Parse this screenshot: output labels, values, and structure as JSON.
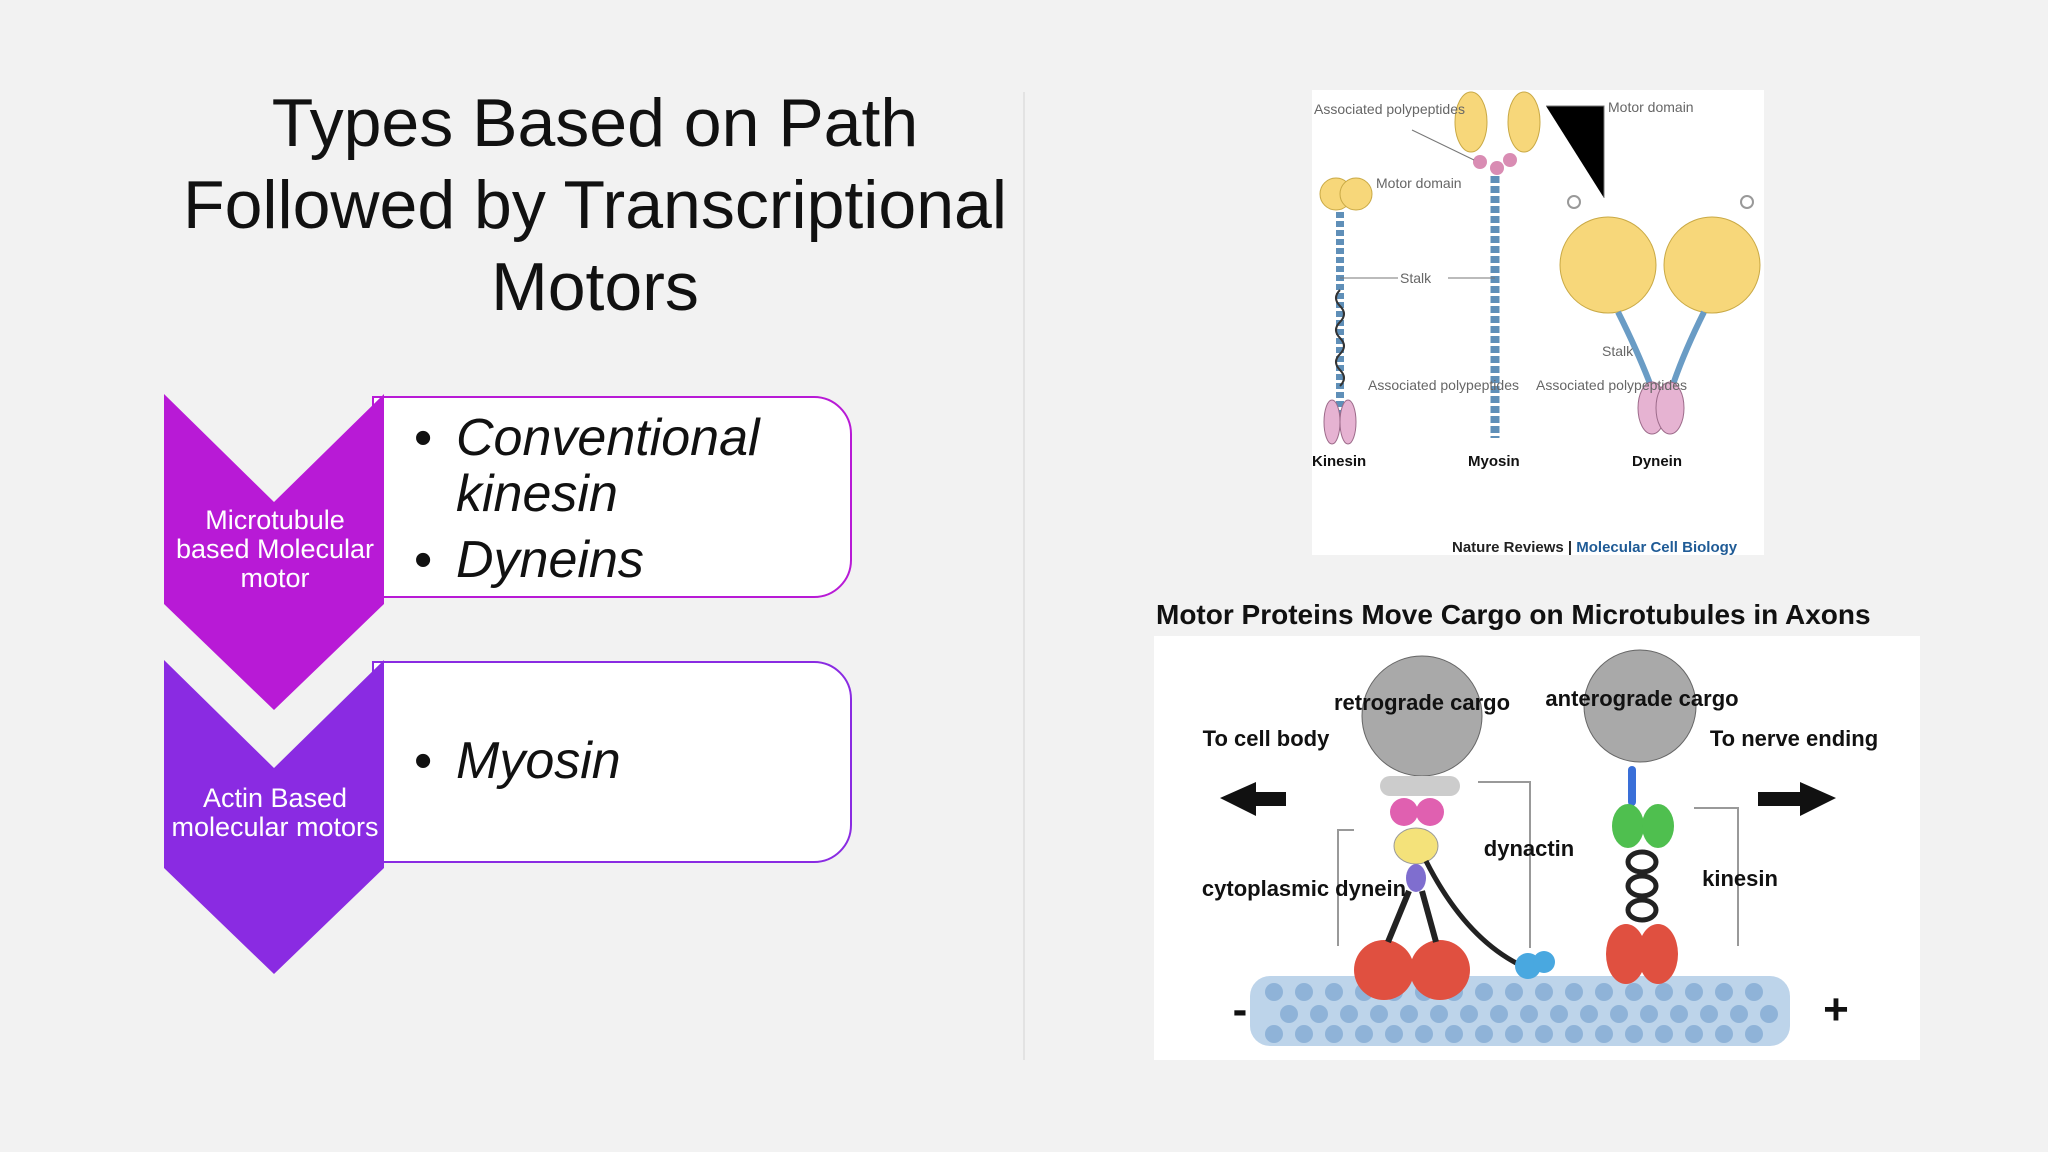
{
  "slide": {
    "title": "Types Based on Path Followed by Transcriptional Motors"
  },
  "process": [
    {
      "label": "Microtubule based Molecular motor",
      "color": "#b81ad6",
      "items": [
        "Conventional kinesin",
        "Dyneins"
      ]
    },
    {
      "label": "Actin Based molecular motors",
      "color": "#8a2be2",
      "items": [
        "Myosin"
      ]
    }
  ],
  "figure_top": {
    "labels": {
      "assoc_poly_top": "Associated polypeptides",
      "motor_domain_right": "Motor domain",
      "motor_domain_left": "Motor domain",
      "stalk_mid": "Stalk",
      "stalk_right": "Stalk",
      "assoc_poly_left": "Associated polypeptides",
      "assoc_poly_right": "Associated polypeptides",
      "kinesin": "Kinesin",
      "myosin": "Myosin",
      "dynein": "Dynein",
      "credit_a": "Nature Reviews",
      "credit_sep": " | ",
      "credit_b": "Molecular Cell Biology"
    }
  },
  "figure_bottom": {
    "title": "Motor Proteins Move Cargo on Microtubules in Axons",
    "retro_cargo": "retrograde cargo",
    "antero_cargo": "anterograde cargo",
    "to_cell_body": "To cell body",
    "to_nerve_ending": "To nerve ending",
    "dynactin": "dynactin",
    "dynein": "cytoplasmic dynein",
    "kinesin": "kinesin",
    "minus": "-",
    "plus": "+"
  }
}
